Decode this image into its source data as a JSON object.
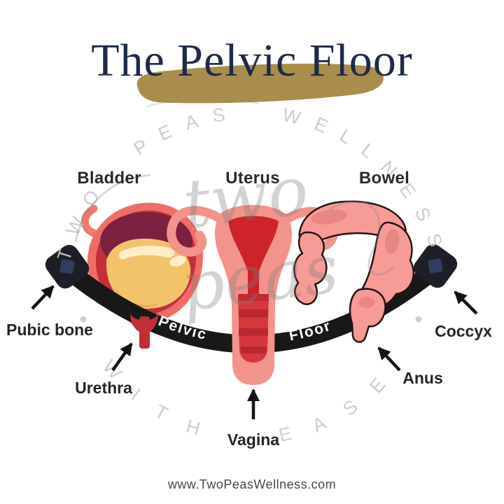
{
  "page": {
    "title": "The Pelvic Floor",
    "url": "www.TwoPeasWellness.com"
  },
  "organ_labels": {
    "bladder": "Bladder",
    "uterus": "Uterus",
    "bowel": "Bowel"
  },
  "annotations": {
    "pubic_bone": "Pubic bone",
    "urethra": "Urethra",
    "vagina": "Vagina",
    "anus": "Anus",
    "coccyx": "Coccyx"
  },
  "band": {
    "word_left": "Pelvic",
    "word_right": "Floor"
  },
  "watermark": {
    "arc_top": "TWO PEAS WELLNESS",
    "arc_bottom": "WITH EASE",
    "script_line1": "two",
    "script_line2": "peas"
  },
  "colors": {
    "title_navy": "#1d2b48",
    "brush_gold": "#a98d4d",
    "band_black": "#181818",
    "marker_charcoal": "#1e1e27",
    "marker_diamond_navy": "#2e3e5e",
    "organ_coral": "#ee6d68",
    "organ_red": "#c23039",
    "organ_maroon": "#7c2040",
    "bladder_gold": "#f3c36c",
    "bladder_highlight": "#fdeec9",
    "uterus_pink": "#f2938c",
    "uterus_red": "#cc2428",
    "canal_red": "#d5383c",
    "canal_rib": "#b9282e",
    "bowel_pink": "#f79b97",
    "bowel_outline": "#241414",
    "watermark_gray": "#c9c9c9",
    "label_dark": "#262626"
  }
}
